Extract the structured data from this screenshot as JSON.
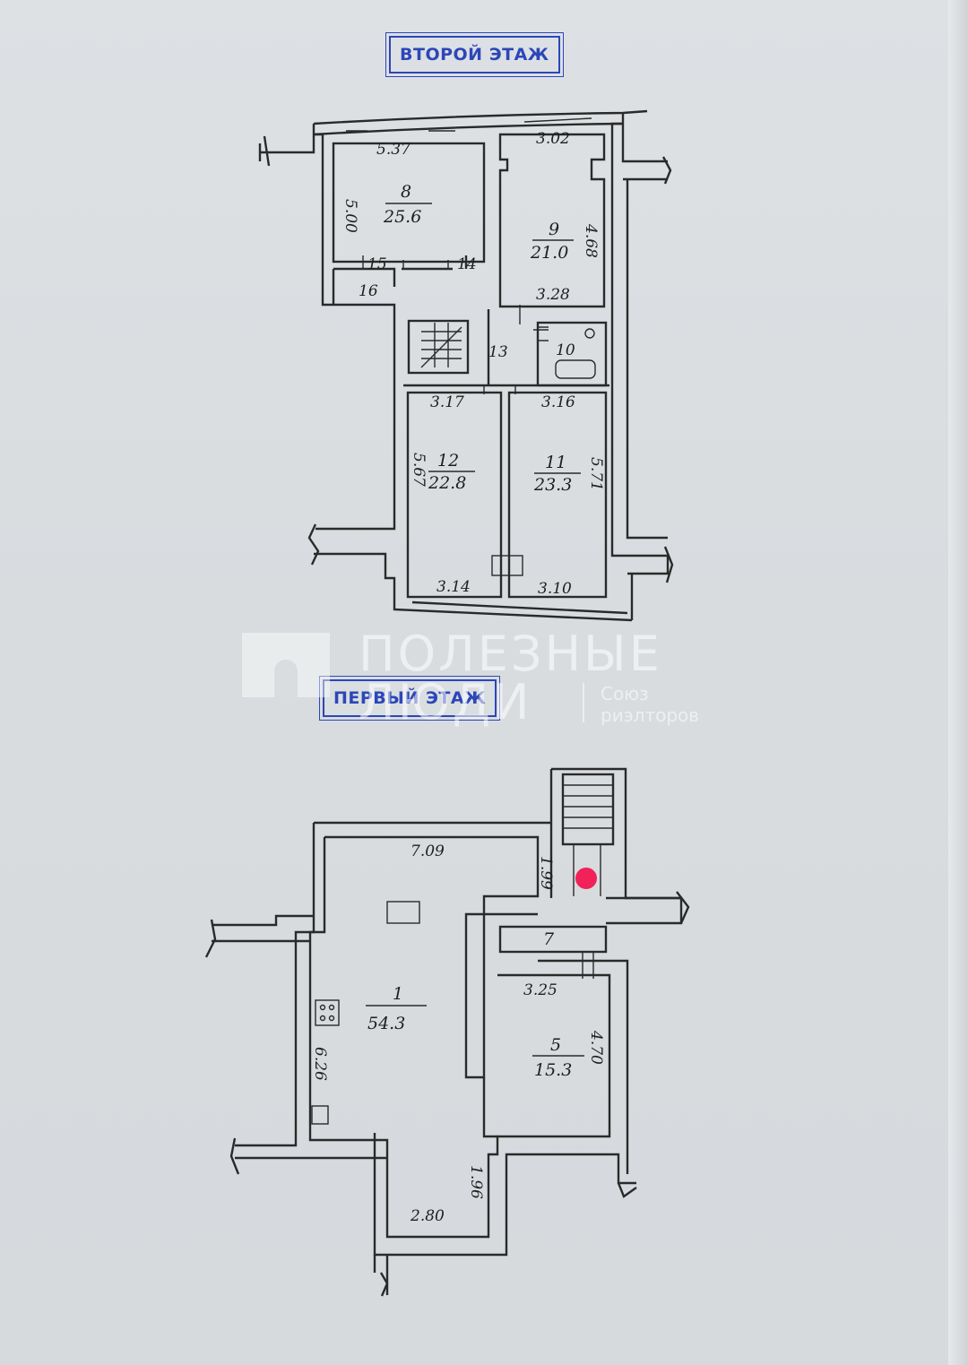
{
  "stamps": {
    "second_floor": "ВТОРОЙ ЭТАЖ",
    "first_floor": "ПЕРВЫЙ ЭТАЖ"
  },
  "watermark": {
    "line1": "ПОЛЕЗНЫЕ",
    "line2": "ЛЮДИ",
    "line3": "Союз",
    "line4": "риэлторов"
  },
  "second_floor": {
    "rooms": {
      "r8": {
        "num": "8",
        "area": "25.6"
      },
      "r9": {
        "num": "9",
        "area": "21.0"
      },
      "r10": {
        "num": "10"
      },
      "r11": {
        "num": "11",
        "area": "23.3"
      },
      "r12": {
        "num": "12",
        "area": "22.8"
      },
      "r13": {
        "num": "13"
      },
      "r14": {
        "num": "14"
      },
      "r15": {
        "num": "15"
      },
      "r16": {
        "num": "16"
      }
    },
    "dims": {
      "d_537": "5.37",
      "d_500": "5.00",
      "d_302": "3.02",
      "d_468": "4.68",
      "d_328": "3.28",
      "d_317": "3.17",
      "d_316": "3.16",
      "d_567": "5.67",
      "d_571": "5.71",
      "d_314": "3.14",
      "d_310": "3.10"
    }
  },
  "first_floor": {
    "rooms": {
      "r1": {
        "num": "1",
        "area": "54.3"
      },
      "r5": {
        "num": "5",
        "area": "15.3"
      },
      "r7": {
        "num": "7"
      }
    },
    "dims": {
      "d_709": "7.09",
      "d_199": "1.99",
      "d_325": "3.25",
      "d_470": "4.70",
      "d_626": "6.26",
      "d_196": "1.96",
      "d_280": "2.80"
    }
  },
  "colors": {
    "stamp_blue": "#2d46b8",
    "marker_red": "#f2215a",
    "line": "#2a2a2a",
    "paper": "#dde1e4"
  }
}
